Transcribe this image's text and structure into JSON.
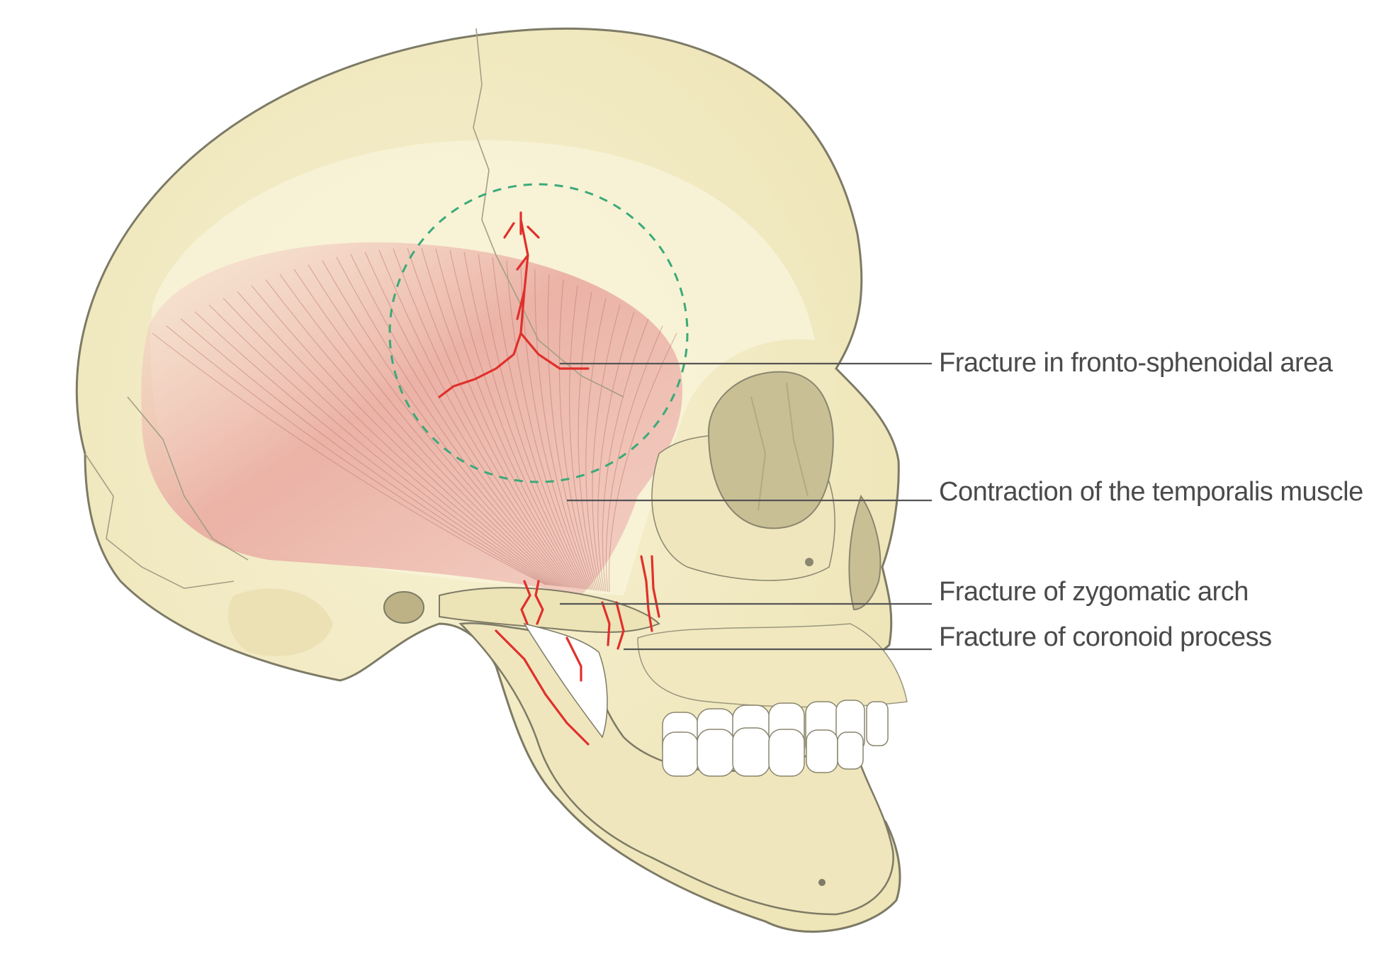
{
  "labels": [
    {
      "id": "fronto",
      "text": "Fracture in fronto-sphenoidal area"
    },
    {
      "id": "temporalis",
      "text": "Contraction of the temporalis muscle"
    },
    {
      "id": "zygomatic",
      "text": "Fracture of zygomatic arch"
    },
    {
      "id": "coronoid",
      "text": "Fracture of coronoid process"
    }
  ],
  "colors": {
    "bone": "#f2ebc4",
    "bone_shadow": "#e4dbaa",
    "bone_outline": "#7d7a66",
    "muscle": "#e8a9a0",
    "fracture": "#e0302c",
    "highlight_circle": "#3aaa7a",
    "orbit": "#c9bf95",
    "teeth": "#ffffff"
  }
}
